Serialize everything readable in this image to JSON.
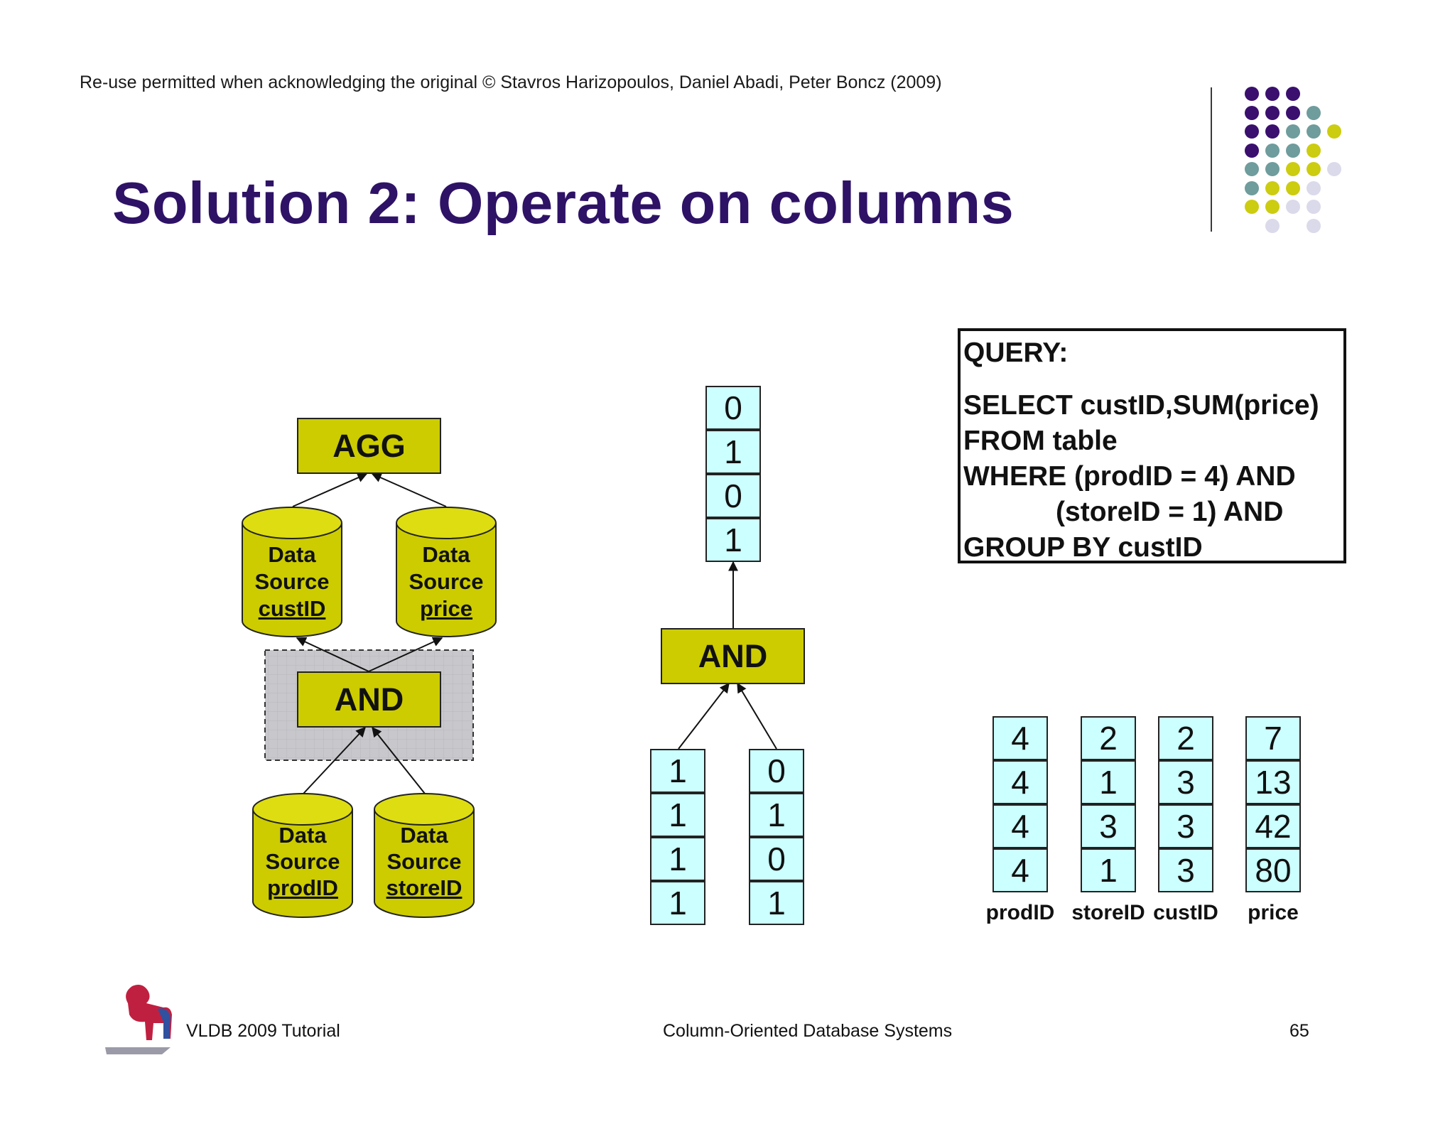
{
  "copyright": "Re-use permitted when acknowledging the original © Stavros Harizopoulos, Daniel Abadi, Peter Boncz (2009)",
  "title": "Solution 2: Operate on columns",
  "colors": {
    "title": "#2e1266",
    "operator_fill": "#cccc00",
    "cell_fill": "#ccffff",
    "highlight_fill": "#c8c8cc",
    "dot_purple": "#3a0f6e",
    "dot_teal": "#6f9c9c",
    "dot_lime": "#cccc11",
    "dot_lavender": "#dadaea"
  },
  "left_plan": {
    "agg_label": "AGG",
    "and_label": "AND",
    "sources": [
      {
        "line1": "Data",
        "line2": "Source",
        "column": "custID"
      },
      {
        "line1": "Data",
        "line2": "Source",
        "column": "price"
      },
      {
        "line1": "Data",
        "line2": "Source",
        "column": "prodID"
      },
      {
        "line1": "Data",
        "line2": "Source",
        "column": "storeID"
      }
    ]
  },
  "middle_plan": {
    "and_label": "AND",
    "result_bits": [
      "0",
      "1",
      "0",
      "1"
    ],
    "left_input_bits": [
      "1",
      "1",
      "1",
      "1"
    ],
    "right_input_bits": [
      "0",
      "1",
      "0",
      "1"
    ]
  },
  "query": {
    "lines": [
      "QUERY:",
      "",
      "SELECT custID,SUM(price)",
      "FROM table",
      "WHERE (prodID = 4) AND",
      "            (storeID = 1) AND",
      "GROUP BY custID"
    ]
  },
  "table": {
    "columns": [
      {
        "name": "prodID",
        "values": [
          "4",
          "4",
          "4",
          "4"
        ]
      },
      {
        "name": "storeID",
        "values": [
          "2",
          "1",
          "3",
          "1"
        ]
      },
      {
        "name": "custID",
        "values": [
          "2",
          "3",
          "3",
          "3"
        ]
      },
      {
        "name": "price",
        "values": [
          "7",
          "13",
          "42",
          "80"
        ]
      }
    ]
  },
  "footer": {
    "left": "VLDB 2009 Tutorial",
    "center": "Column-Oriented Database Systems",
    "page_number": "65",
    "logo_icon": "lion-statue-icon"
  }
}
